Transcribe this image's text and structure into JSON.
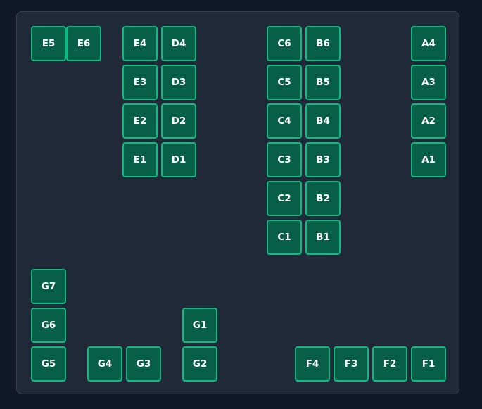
{
  "seat_map": {
    "status_colors": {
      "available_fill": "#065f46",
      "available_border": "#10b981",
      "text": "#ffffff"
    },
    "seats": [
      {
        "id": "E5",
        "label": "E5",
        "status": "available"
      },
      {
        "id": "E6",
        "label": "E6",
        "status": "available"
      },
      {
        "id": "E4",
        "label": "E4",
        "status": "available"
      },
      {
        "id": "D4",
        "label": "D4",
        "status": "available"
      },
      {
        "id": "E3",
        "label": "E3",
        "status": "available"
      },
      {
        "id": "D3",
        "label": "D3",
        "status": "available"
      },
      {
        "id": "E2",
        "label": "E2",
        "status": "available"
      },
      {
        "id": "D2",
        "label": "D2",
        "status": "available"
      },
      {
        "id": "E1",
        "label": "E1",
        "status": "available"
      },
      {
        "id": "D1",
        "label": "D1",
        "status": "available"
      },
      {
        "id": "C6",
        "label": "C6",
        "status": "available"
      },
      {
        "id": "B6",
        "label": "B6",
        "status": "available"
      },
      {
        "id": "C5",
        "label": "C5",
        "status": "available"
      },
      {
        "id": "B5",
        "label": "B5",
        "status": "available"
      },
      {
        "id": "C4",
        "label": "C4",
        "status": "available"
      },
      {
        "id": "B4",
        "label": "B4",
        "status": "available"
      },
      {
        "id": "C3",
        "label": "C3",
        "status": "available"
      },
      {
        "id": "B3",
        "label": "B3",
        "status": "available"
      },
      {
        "id": "C2",
        "label": "C2",
        "status": "available"
      },
      {
        "id": "B2",
        "label": "B2",
        "status": "available"
      },
      {
        "id": "C1",
        "label": "C1",
        "status": "available"
      },
      {
        "id": "B1",
        "label": "B1",
        "status": "available"
      },
      {
        "id": "A4",
        "label": "A4",
        "status": "available"
      },
      {
        "id": "A3",
        "label": "A3",
        "status": "available"
      },
      {
        "id": "A2",
        "label": "A2",
        "status": "available"
      },
      {
        "id": "A1",
        "label": "A1",
        "status": "available"
      },
      {
        "id": "G7",
        "label": "G7",
        "status": "available"
      },
      {
        "id": "G6",
        "label": "G6",
        "status": "available"
      },
      {
        "id": "G5",
        "label": "G5",
        "status": "available"
      },
      {
        "id": "G4",
        "label": "G4",
        "status": "available"
      },
      {
        "id": "G3",
        "label": "G3",
        "status": "available"
      },
      {
        "id": "G1",
        "label": "G1",
        "status": "available"
      },
      {
        "id": "G2",
        "label": "G2",
        "status": "available"
      },
      {
        "id": "F4",
        "label": "F4",
        "status": "available"
      },
      {
        "id": "F3",
        "label": "F3",
        "status": "available"
      },
      {
        "id": "F2",
        "label": "F2",
        "status": "available"
      },
      {
        "id": "F1",
        "label": "F1",
        "status": "available"
      }
    ]
  }
}
